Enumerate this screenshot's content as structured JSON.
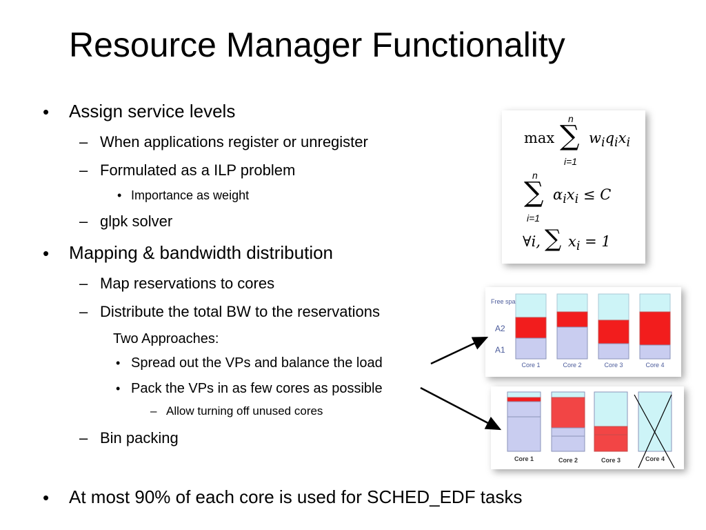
{
  "title": "Resource Manager Functionality",
  "bullets": {
    "assign": "Assign service levels",
    "assign_sub1": "When applications register or unregister",
    "assign_sub2": "Formulated as a ILP problem",
    "assign_sub2_sub": "Importance as  weight",
    "assign_sub3": "glpk solver",
    "mapping": "Mapping & bandwidth distribution",
    "mapping_sub1": "Map reservations to cores",
    "mapping_sub2": "Distribute the total BW to the reservations",
    "approaches_label": "Two Approaches:",
    "approach1": "Spread out the VPs and balance the load",
    "approach2": "Pack the VPs in as few cores as possible",
    "approach2_sub": "Allow turning off unused cores",
    "bin_packing": "Bin packing",
    "at_most": "At most 90% of each core is used for SCHED_EDF tasks"
  },
  "markers": {
    "bullet": "•",
    "dash": "–"
  },
  "formula": {
    "max": "max",
    "sum1_upper": "n",
    "sum1_lower": "i=1",
    "term1": "w_i q_i x_i",
    "sum2_upper": "n",
    "sum2_lower": "i=1",
    "term2": "α_i x_i ≤ C",
    "forall": "∀i,",
    "term3": "x_i = 1"
  },
  "spread_figure": {
    "labels": {
      "free": "Free space",
      "a2": "A2",
      "a1": "A1"
    },
    "cores": [
      "Core 1",
      "Core 2",
      "Core 3",
      "Core 4"
    ]
  },
  "pack_figure": {
    "cores": [
      "Core 1",
      "Core 2",
      "Core 3",
      "Core 4"
    ],
    "crossed_out": "Core 4"
  },
  "colors": {
    "free": "#cdf4f7",
    "a2": "#f21d1d",
    "a1": "#c9cdf0",
    "border": "#8a93b8"
  }
}
